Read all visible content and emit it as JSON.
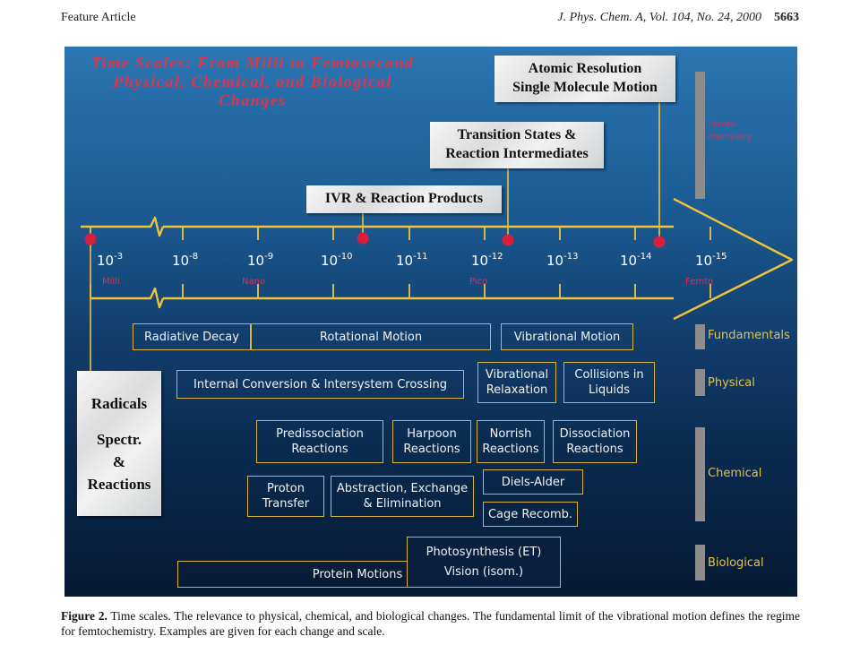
{
  "header": {
    "section": "Feature Article",
    "journal": "J. Phys. Chem. A, Vol. 104, No. 24, 2000",
    "page": "5663"
  },
  "figure": {
    "title_lines": [
      "Time Scales: From Milli to Femtosecond",
      "Physical, Chemical, and Biological",
      "Changes"
    ],
    "callouts": {
      "ivr": "IVR & Reaction Products",
      "transition": [
        "Transition States &",
        "Reaction Intermediates"
      ],
      "atomic": [
        "Atomic Resolution",
        "Single Molecule Motion"
      ]
    },
    "axis": {
      "exponents": [
        "-3",
        "-8",
        "-9",
        "-10",
        "-11",
        "-12",
        "-13",
        "-14",
        "-15"
      ],
      "units": {
        "milli": "Milli",
        "nano": "Nano",
        "pico": "Pico",
        "femto": "Femto"
      }
    },
    "femtochemistry": [
      "Femto-",
      "chemistry"
    ],
    "radicals": [
      "Radicals",
      "Spectr.",
      "&",
      "Reactions"
    ],
    "categories": {
      "fundamentals": "Fundamentals",
      "physical": "Physical",
      "chemical": "Chemical",
      "biological": "Biological"
    },
    "boxes": {
      "radiative_decay": "Radiative Decay",
      "rotational_motion": "Rotational Motion",
      "vibrational_motion": "Vibrational Motion",
      "internal_conversion": "Internal Conversion & Intersystem Crossing",
      "vibrational_relaxation": [
        "Vibrational",
        "Relaxation"
      ],
      "collisions": [
        "Collisions in",
        "Liquids"
      ],
      "predissociation": [
        "Predissociation",
        "Reactions"
      ],
      "harpoon": [
        "Harpoon",
        "Reactions"
      ],
      "norrish": [
        "Norrish",
        "Reactions"
      ],
      "dissociation": [
        "Dissociation",
        "Reactions"
      ],
      "proton_transfer": [
        "Proton",
        "Transfer"
      ],
      "abstraction": [
        "Abstraction, Exchange",
        "& Elimination"
      ],
      "diels_alder": "Diels-Alder",
      "cage_recomb": "Cage Recomb.",
      "photosynthesis": "Photosynthesis (ET)",
      "vision": "Vision (isom.)",
      "protein_motions": "Protein Motions"
    }
  },
  "caption": {
    "label": "Figure 2.",
    "text": "Time scales. The relevance to physical, chemical, and biological changes. The fundamental limit of the vibrational motion defines the regime for femtochemistry. Examples are given for each change and scale."
  },
  "colors": {
    "axis_gold": "#f0c23a",
    "marker_red": "#d81e3c",
    "title_red": "#e0344a",
    "box_border": "#d9b23a",
    "category_text": "#e6c246",
    "gray_bar": "#8d8d8d"
  }
}
